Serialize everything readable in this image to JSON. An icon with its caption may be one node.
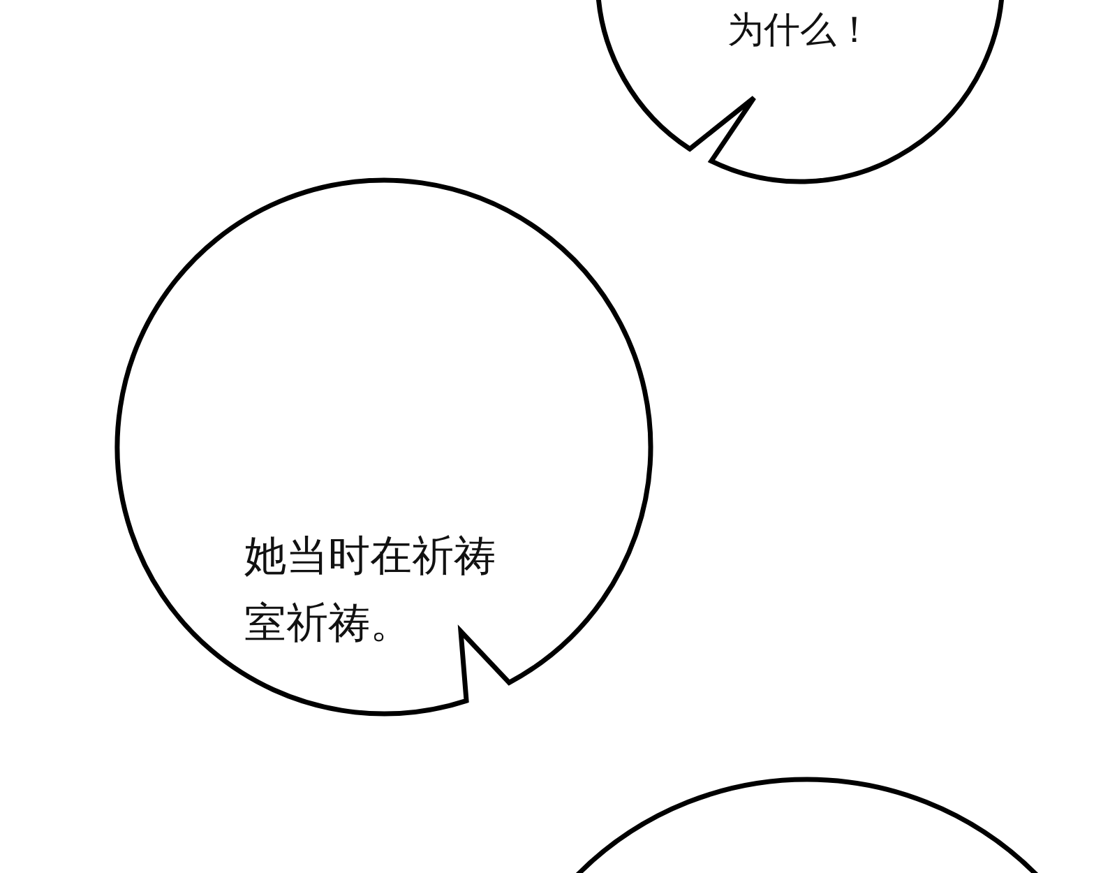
{
  "diagram": {
    "nodes": [
      {
        "text": [
          "为什么！"
        ]
      },
      {
        "text": [
          "她当时在祈祷室祈祷。"
        ]
      },
      {
        "text": [],
        "shape": "circle"
      }
    ]
  }
}
